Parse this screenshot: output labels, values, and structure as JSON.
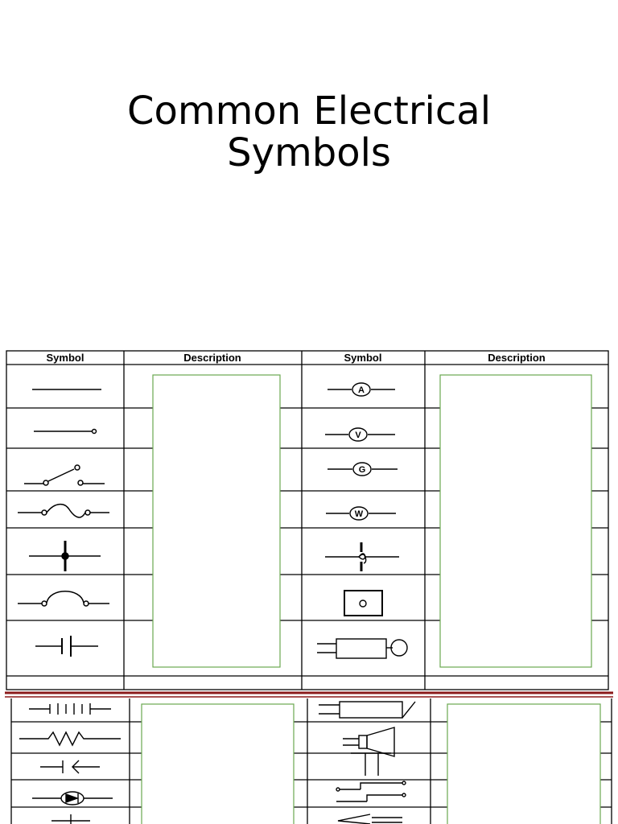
{
  "slide": {
    "title_line1": "Common Electrical",
    "title_line2": "Symbols"
  },
  "table": {
    "headers": [
      "Symbol",
      "Description",
      "Symbol",
      "Description"
    ],
    "meter_letters": {
      "ammeter": "A",
      "voltmeter": "V",
      "galvanometer": "G",
      "wattmeter": "W"
    }
  },
  "colors": {
    "divider": "#8b1a1a",
    "answer_box_border": "#6aa84f",
    "grid": "#000000"
  }
}
